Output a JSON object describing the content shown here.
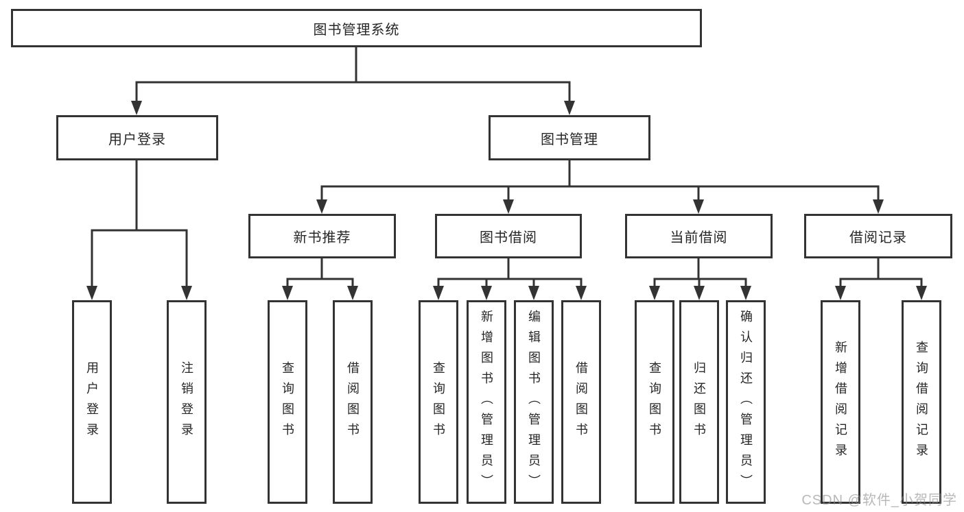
{
  "diagram": {
    "tree": {
      "label": "图书管理系统",
      "children": [
        {
          "label": "用户登录",
          "children": [
            {
              "label": "用户登录"
            },
            {
              "label": "注销登录"
            }
          ]
        },
        {
          "label": "图书管理",
          "children": [
            {
              "label": "新书推荐",
              "children": [
                {
                  "label": "查询图书"
                },
                {
                  "label": "借阅图书"
                }
              ]
            },
            {
              "label": "图书借阅",
              "children": [
                {
                  "label": "查询图书"
                },
                {
                  "label": "新增图书（管理员）"
                },
                {
                  "label": "编辑图书（管理员）"
                },
                {
                  "label": "借阅图书"
                }
              ]
            },
            {
              "label": "当前借阅",
              "children": [
                {
                  "label": "查询图书"
                },
                {
                  "label": "归还图书"
                },
                {
                  "label": "确认归还（管理员）"
                }
              ]
            },
            {
              "label": "借阅记录",
              "children": [
                {
                  "label": "新增借阅记录"
                },
                {
                  "label": "查询借阅记录"
                }
              ]
            }
          ]
        }
      ]
    },
    "colors": {
      "line": "#333333",
      "text": "#262626",
      "watermark_gray": "#8c8c8c"
    }
  },
  "watermark": {
    "text": "CSDN @软件_小贺同学"
  }
}
